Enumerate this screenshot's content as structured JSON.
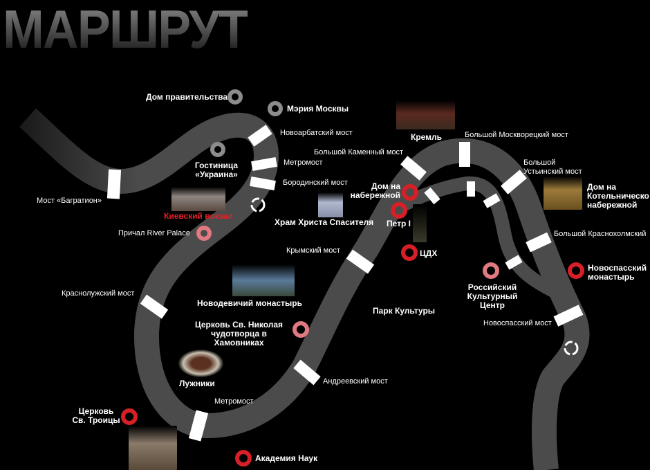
{
  "title": "МАРШРУТ",
  "colors": {
    "river": "#4b4b4b",
    "bridge": "#ffffff",
    "stop_red": "#d71f27",
    "stop_pink": "#e07a80",
    "stop_gray": "#8c8c8c",
    "highlight_text": "#e3202a"
  },
  "bridges": {
    "bagration": "Мост «Багратион»",
    "novoarbatsky": "Новоарбатский мост",
    "metromost1": "Метромост",
    "borodinsky": "Бородинский мост",
    "bolshoy_kamenny": "Большой Каменный мост",
    "bolshoy_moskvoretsky": "Большой Москворецкий мост",
    "bolshoy_ustinsky": "Большой Устьинский мост",
    "bolshoy_krasnokholmsky": "Большой Краснохолмский",
    "novospassky": "Новоспасский мост",
    "krymsky": "Крымский мост",
    "krasnoluzhsky": "Краснолужский мост",
    "andreevsky": "Андреевский мост",
    "metromost2": "Метромост"
  },
  "places": {
    "dom_pravitelstva": "Дом правительства",
    "meriya": "Мэрия Москвы",
    "ukraina": "Гостиница «Украина»",
    "kievsky": "Киевский вокзал",
    "prichal": "Причал  River Palace",
    "hram": "Храм Христа Спасителя",
    "kreml": "Кремль",
    "dom_nab": "Дом на набережной",
    "petr": "Петр I",
    "cdh": "ЦДХ",
    "kotel": "Дом на Котельническо набережной",
    "novospassky_mon": "Новоспасский монастырь",
    "rkc": "Российский Культурный Центр",
    "park": "Парк Культуры",
    "novodevichy": "Новодевичий монастырь",
    "nikola": "Церковь Св. Николая чудотворца в Хамовниках",
    "luzhniki": "Лужники",
    "troitsa": "Церковь Св. Троицы",
    "akademiya": "Академия Наук"
  }
}
